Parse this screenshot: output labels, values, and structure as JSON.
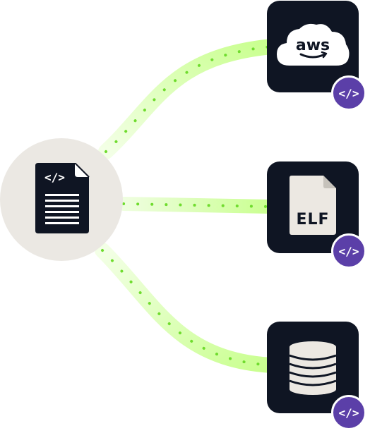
{
  "source": {
    "label": "source-code-document"
  },
  "targets": [
    {
      "name": "aws",
      "text": "aws"
    },
    {
      "name": "elf",
      "text": "ELF"
    },
    {
      "name": "database",
      "text": ""
    }
  ],
  "colors": {
    "tile": "#0f1523",
    "badge": "#5b3fa8",
    "connector_glow": "#d8ffb0",
    "connector_dot": "#6fdc2e",
    "source_circle": "#ebe8e3"
  }
}
